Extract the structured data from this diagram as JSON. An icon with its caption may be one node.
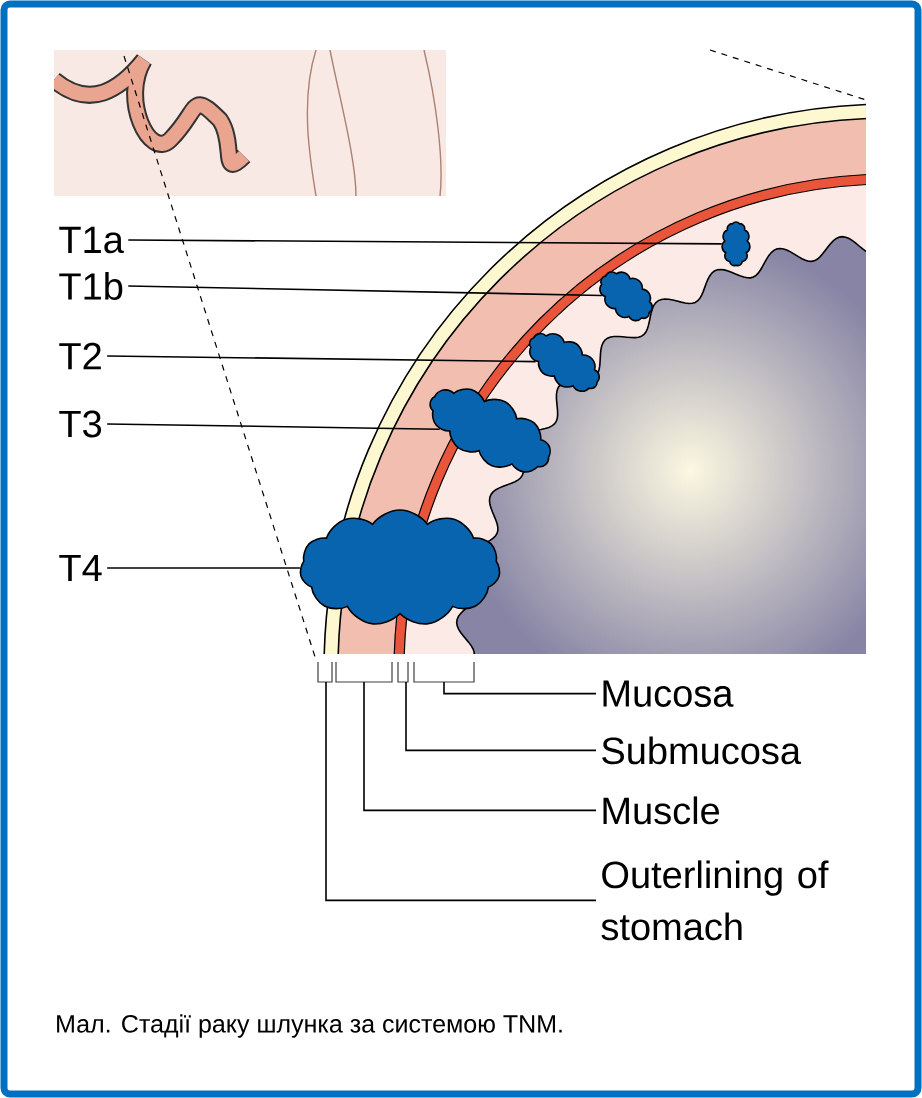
{
  "diagram": {
    "caption": "Мал. Стадії раку шлунка за системою TNM.",
    "nodes": [
      {
        "text": [
          "T1a"
        ]
      },
      {
        "text": [
          "T1b"
        ]
      },
      {
        "text": [
          "T2"
        ]
      },
      {
        "text": [
          "T3"
        ]
      },
      {
        "text": [
          "T4"
        ]
      },
      {
        "text": [],
        "shape": "cloud"
      },
      {
        "text": [],
        "shape": "cloud"
      },
      {
        "text": [],
        "shape": "cloud"
      },
      {
        "text": [],
        "shape": "cloud"
      },
      {
        "text": [],
        "shape": "cloud"
      },
      {
        "text": [
          "Mucosa"
        ]
      },
      {
        "text": [
          "Submucosa"
        ]
      },
      {
        "text": [
          "Muscle"
        ]
      },
      {
        "text": [
          "Outerlining of stomach"
        ]
      }
    ],
    "edges": [
      {
        "from": 0,
        "to": 5,
        "arrow": "none"
      },
      {
        "from": 1,
        "to": 6,
        "arrow": "none"
      },
      {
        "from": 2,
        "to": 7,
        "arrow": "none"
      },
      {
        "from": 3,
        "to": 8,
        "arrow": "none"
      },
      {
        "from": 4,
        "to": 9,
        "arrow": "none"
      },
      {
        "from": 10,
        "to": null,
        "arrow": "none"
      },
      {
        "from": 11,
        "to": null,
        "arrow": "none"
      },
      {
        "from": 12,
        "to": null,
        "arrow": "none"
      },
      {
        "from": 13,
        "to": null,
        "arrow": "none"
      }
    ]
  }
}
